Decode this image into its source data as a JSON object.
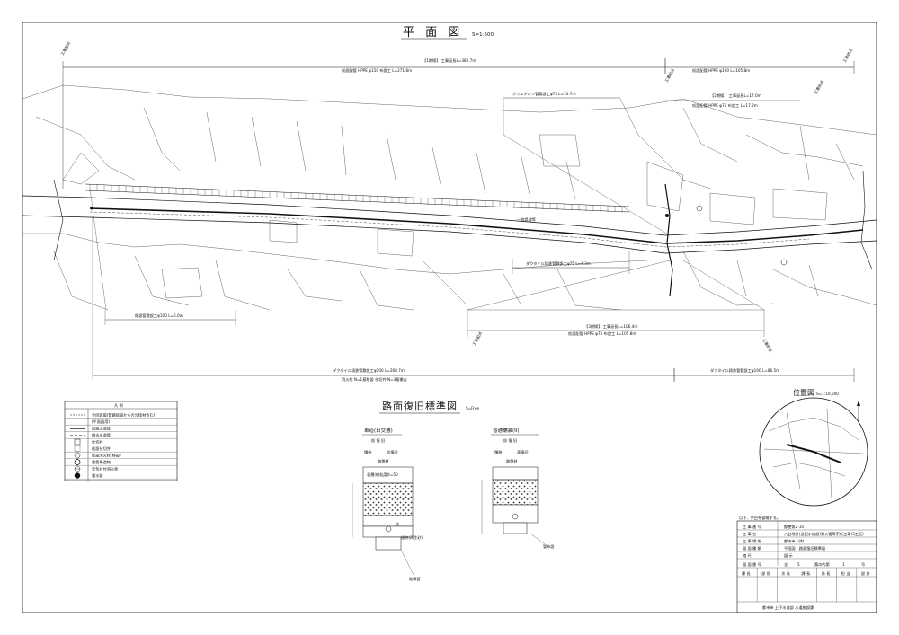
{
  "plan": {
    "title": "平 面 図",
    "scale": "S=1:500",
    "top_label": "【1期線】 工事延長L=382.7m",
    "top_sub": "仮設配管 HPPE φ150 布設工 L=271.8m",
    "right_top_label": "仮設配管 HPPE φ100 L=105.8m",
    "label_2": "【2期線】 工事延長L=17.0m",
    "label_2_sub": "仮設配管 HPPE φ75 布設工 L=17.2m",
    "poly_label": "ポリエチレン管敷設工φ75 L=10.7m",
    "ductile_mid": "ダクタイル鋳鉄管敷設工φ75 L=4.3m",
    "left_lower": "既設管敷設工φ100 L=6.0m",
    "label_3": "【3期線】 工事延長L=106.4m",
    "label_3_sub": "仮設配管 HPPE φ75 布設工 L=105.8m",
    "bottom_main": "ダクタイル鋳鉄管敷設工φ100 L=268.7m",
    "bottom_sub": "消火栓 N=1基移設 仕切弁 N=3基撤去",
    "bottom_right": "ダクタイル鋳鉄管敷設工φ100 L=86.5m",
    "road_name": "一般県道等",
    "start_marks": [
      "工事起点",
      "工事起点",
      "工事終点",
      "工事終点",
      "工事起点",
      "工事終点"
    ]
  },
  "legend": {
    "title": "凡 例",
    "rows": [
      {
        "sym": "",
        "text": "今回仮設(管路仮設からの分岐材含む)"
      },
      {
        "sym": "",
        "text": "(平面図用)"
      },
      {
        "sym": "",
        "text": "既設水道管"
      },
      {
        "sym": "",
        "text": "撤去水道管"
      },
      {
        "sym": "",
        "text": "仕切弁"
      },
      {
        "sym": "",
        "text": "既設仕切弁"
      },
      {
        "sym": "",
        "text": "既設消火栓(移設)"
      },
      {
        "sym": "",
        "text": "重要構造物"
      },
      {
        "sym": "",
        "text": "空気弁付消火栓"
      },
      {
        "sym": "",
        "text": "量水器"
      }
    ]
  },
  "restore": {
    "title": "路面復旧標準図",
    "scale": "S=Free",
    "left_title": "車道(日交通)",
    "left_sub": "仮 復 旧",
    "left_cols": [
      "舗装",
      "仮復旧"
    ],
    "left_top": "路盤材",
    "left_layer": "表層(細粒度)t=50",
    "right_title": "普通舗装(II)",
    "right_sub": "仮 復 旧",
    "right_cols": [
      "舗装",
      "表復旧"
    ],
    "right_top": "路盤材",
    "note_bottom": "管布設",
    "note_left": "埋戻(再生砂)",
    "note_sand": "砂",
    "note_pipe": "被覆管"
  },
  "location": {
    "title": "位置図",
    "scale": "S=1:10,000"
  },
  "titleblock": {
    "note": "以下、余白を省略する。",
    "rows": [
      {
        "k": "工 事 番 号",
        "v": "都整第2-10"
      },
      {
        "k": "工 事 名",
        "v": "八台地外(送配水施設)耐火管等更新工事(3工区)"
      },
      {
        "k": "工 事 場 所",
        "v": "都市市 川町"
      },
      {
        "k": "図 面 種 類",
        "v": "平面図・路面復旧標準図"
      },
      {
        "k": "縮 尺",
        "v": "図 示"
      }
    ],
    "sheet": [
      "図 面 番 号",
      "全",
      "5",
      "葉の内第",
      "1",
      "号"
    ],
    "stamps": [
      "課 長",
      "部 長",
      "次 長",
      "課 長",
      "係 長",
      "担 当",
      "設 計"
    ],
    "office": "都市市 上下水道部 水道施設課"
  }
}
